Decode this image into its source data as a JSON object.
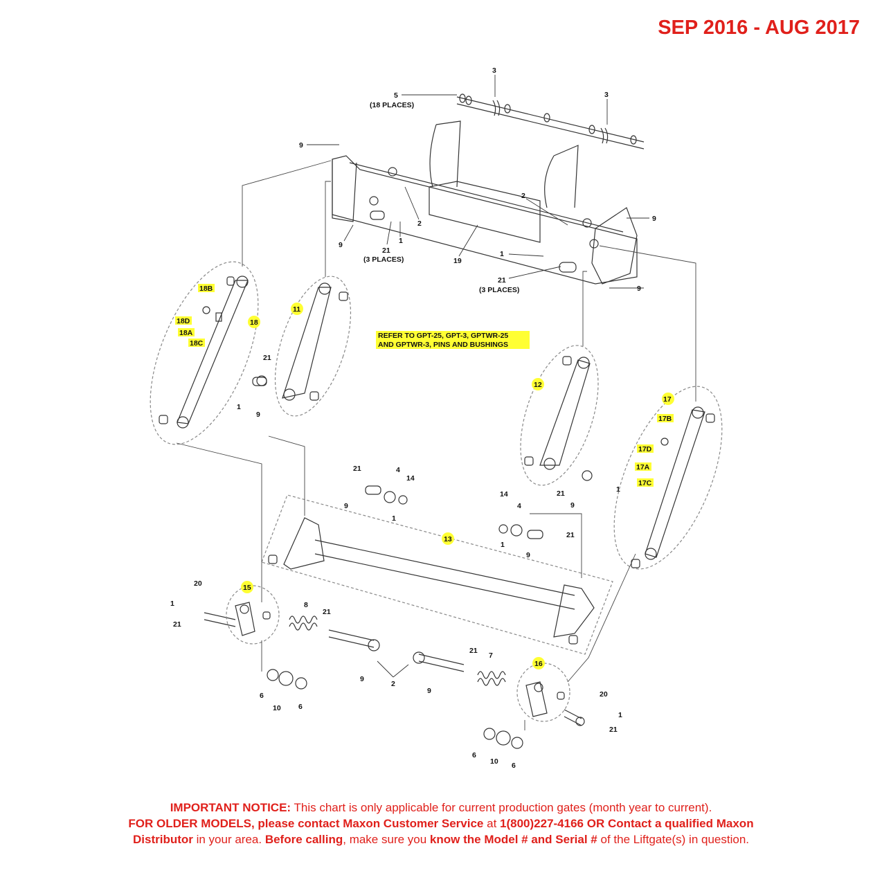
{
  "header": {
    "date_range": "SEP 2016 - AUG 2017"
  },
  "callouts": {
    "c1": "1",
    "c2": "2",
    "c3": "3",
    "c4": "4",
    "c5": "5",
    "c6": "6",
    "c7": "7",
    "c8": "8",
    "c9": "9",
    "c10": "10",
    "c11": "11",
    "c12": "12",
    "c13": "13",
    "c14": "14",
    "c15": "15",
    "c16": "16",
    "c17": "17",
    "c17a": "17A",
    "c17b": "17B",
    "c17c": "17C",
    "c17d": "17D",
    "c18": "18",
    "c18a": "18A",
    "c18b": "18B",
    "c18c": "18C",
    "c18d": "18D",
    "c19": "19",
    "c20": "20",
    "c21": "21"
  },
  "notes": {
    "places_18": "(18 PLACES)",
    "places_3": "(3 PLACES)",
    "refer_line1": "REFER TO GPT-25, GPT-3, GPTWR-25",
    "refer_line2": "AND GPTWR-3, PINS AND BUSHINGS"
  },
  "notice": {
    "important_label": "IMPORTANT NOTICE:",
    "important_text": " This chart is only applicable for current production gates (month year to current).",
    "older_label": "FOR OLDER MODELS, please contact Maxon Customer Service",
    "at": " at ",
    "phone": "1(800)227-4166 OR Contact a qualified Maxon",
    "distributor": "Distributor",
    "in_area": " in your area. ",
    "before_calling": "Before calling",
    "make_sure": ", make sure you ",
    "know_model": "know the Model # and Serial #",
    "of_liftgate": " of the Liftgate(s) in question."
  },
  "colors": {
    "red": "#e0201b",
    "highlight": "#ffff33",
    "line": "#333333"
  }
}
